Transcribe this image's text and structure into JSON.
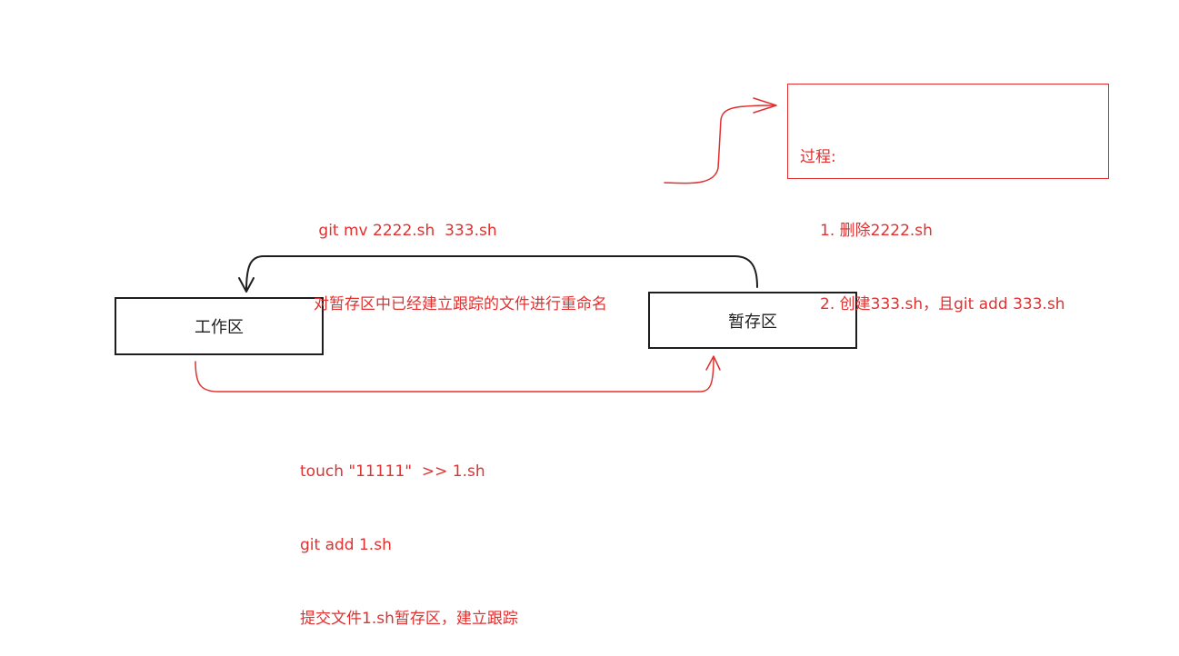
{
  "nodes": {
    "workspace": "工作区",
    "staging": "暂存区"
  },
  "annotations": {
    "mv_command": {
      "line1": " git mv 2222.sh  333.sh",
      "line2": "对暂存区中已经建立跟踪的文件进行重命名"
    },
    "add_command": {
      "line1": "touch \"11111\"  >> 1.sh",
      "line2": "git add 1.sh",
      "line3": "提交文件1.sh暂存区，建立跟踪"
    },
    "process_note": {
      "title": "过程:",
      "steps": [
        "1. 删除2222.sh",
        "2. 创建333.sh，且git add 333.sh"
      ]
    }
  },
  "colors": {
    "accent": "#e03131",
    "stroke": "#1e1e1e"
  }
}
